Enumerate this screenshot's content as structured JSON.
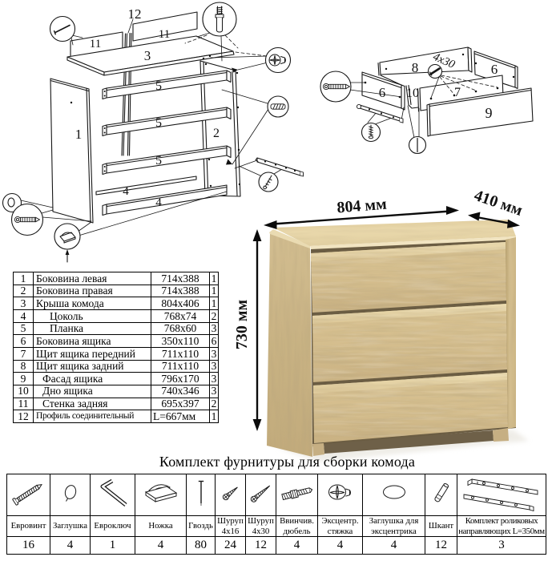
{
  "dimensions": {
    "width_label": "804 мм",
    "depth_label": "410 мм",
    "height_label": "730 мм"
  },
  "carcass_diagram": {
    "part1": "1",
    "part2": "2",
    "part3": "3",
    "part4_back": "4",
    "part4_front": "4",
    "part5_top": "5",
    "part5_mid": "5",
    "part5_bottom": "5",
    "part11_left": "11",
    "part11_right": "11",
    "part12": "12"
  },
  "drawer_diagram": {
    "part6_left": "6",
    "part6_right": "6",
    "part7": "7",
    "part8": "8",
    "part9": "9",
    "part10": "10",
    "screw_size": "4x30"
  },
  "parts_table": {
    "rows": [
      {
        "num": "1",
        "name": "Боковина левая",
        "size": "714x388",
        "qty": "1"
      },
      {
        "num": "2",
        "name": "Боковина правая",
        "size": "714x388",
        "qty": "1"
      },
      {
        "num": "3",
        "name": "Крыша комода",
        "size": "804x406",
        "qty": "1"
      },
      {
        "num": "4",
        "name": "Цоколь",
        "size": "768x74",
        "qty": "2"
      },
      {
        "num": "5",
        "name": "Планка",
        "size": "768x60",
        "qty": "3"
      },
      {
        "num": "6",
        "name": "Боковина ящика",
        "size": "350x110",
        "qty": "6"
      },
      {
        "num": "7",
        "name": "Щит ящика передний",
        "size": "711x110",
        "qty": "3"
      },
      {
        "num": "8",
        "name": "Щит ящика задний",
        "size": "711x110",
        "qty": "3"
      },
      {
        "num": "9",
        "name": "Фасад ящика",
        "size": "796x170",
        "qty": "3"
      },
      {
        "num": "10",
        "name": "Дно ящика",
        "size": "740x346",
        "qty": "3"
      },
      {
        "num": "11",
        "name": "Стенка задняя",
        "size": "695x397",
        "qty": "2"
      },
      {
        "num": "12",
        "name": "Профиль соединительный",
        "size": "L=667мм",
        "qty": "1"
      }
    ]
  },
  "hardware": {
    "title": "Комплект фурнитуры для сборки комода",
    "items": [
      {
        "name": "Евровинт",
        "qty": "16"
      },
      {
        "name": "Заглушка",
        "qty": "4"
      },
      {
        "name": "Евроключ",
        "qty": "1"
      },
      {
        "name": "Ножка",
        "qty": "4"
      },
      {
        "name": "Гвоздь",
        "qty": "80"
      },
      {
        "name": "Шуруп 4x16",
        "qty": "24"
      },
      {
        "name": "Шуруп 4x30",
        "qty": "12"
      },
      {
        "name": "Ввинчив. дюбель",
        "qty": "4"
      },
      {
        "name": "Эксцентр. стяжка",
        "qty": "4"
      },
      {
        "name": "Заглушка для эксцентрика",
        "qty": "4"
      },
      {
        "name": "Шкант",
        "qty": "12"
      },
      {
        "name": "Комплект роликовых направляющих L=350мм",
        "qty": "3"
      }
    ]
  }
}
